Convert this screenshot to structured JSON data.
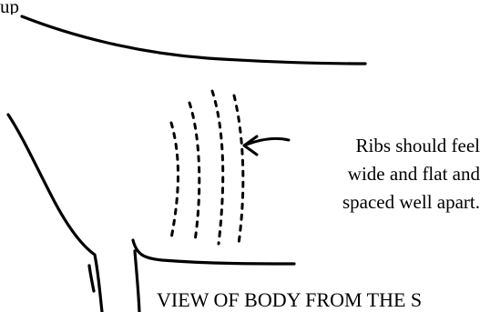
{
  "partial_caption": "up",
  "ribs_label": {
    "line1": "Ribs should feel",
    "line2": "wide and flat and",
    "line3": "spaced well apart."
  },
  "bottom_caption": "VIEW OF BODY FROM THE S"
}
